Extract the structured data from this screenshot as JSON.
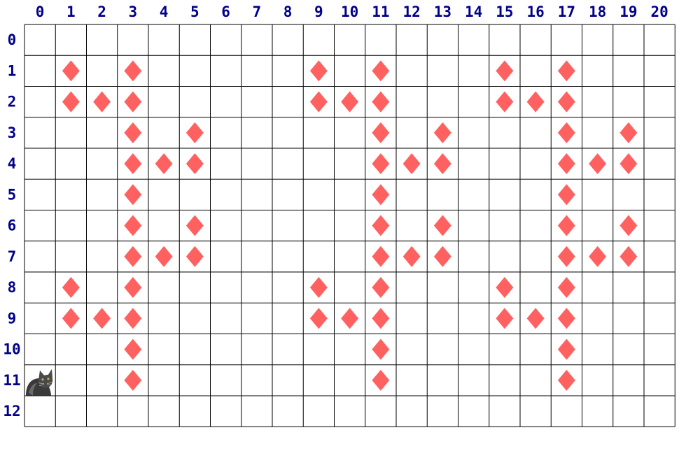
{
  "board": {
    "columns": [
      "0",
      "1",
      "2",
      "3",
      "4",
      "5",
      "6",
      "7",
      "8",
      "9",
      "10",
      "11",
      "12",
      "13",
      "14",
      "15",
      "16",
      "17",
      "18",
      "19",
      "20"
    ],
    "rows": [
      "0",
      "1",
      "2",
      "3",
      "4",
      "5",
      "6",
      "7",
      "8",
      "9",
      "10",
      "11",
      "12"
    ],
    "label_color": "#00008b",
    "grid_color": "#000000",
    "piece_color": "#ff6161",
    "piece_icon": "diamond-icon",
    "player_icon": "cat-icon",
    "player": {
      "col": 0,
      "row": 11
    },
    "diamonds": [
      [
        1,
        1
      ],
      [
        3,
        1
      ],
      [
        9,
        1
      ],
      [
        11,
        1
      ],
      [
        15,
        1
      ],
      [
        17,
        1
      ],
      [
        1,
        2
      ],
      [
        2,
        2
      ],
      [
        3,
        2
      ],
      [
        9,
        2
      ],
      [
        10,
        2
      ],
      [
        11,
        2
      ],
      [
        15,
        2
      ],
      [
        16,
        2
      ],
      [
        17,
        2
      ],
      [
        3,
        3
      ],
      [
        5,
        3
      ],
      [
        11,
        3
      ],
      [
        13,
        3
      ],
      [
        17,
        3
      ],
      [
        19,
        3
      ],
      [
        3,
        4
      ],
      [
        4,
        4
      ],
      [
        5,
        4
      ],
      [
        11,
        4
      ],
      [
        12,
        4
      ],
      [
        13,
        4
      ],
      [
        17,
        4
      ],
      [
        18,
        4
      ],
      [
        19,
        4
      ],
      [
        3,
        5
      ],
      [
        11,
        5
      ],
      [
        17,
        5
      ],
      [
        3,
        6
      ],
      [
        5,
        6
      ],
      [
        11,
        6
      ],
      [
        13,
        6
      ],
      [
        17,
        6
      ],
      [
        19,
        6
      ],
      [
        3,
        7
      ],
      [
        4,
        7
      ],
      [
        5,
        7
      ],
      [
        11,
        7
      ],
      [
        12,
        7
      ],
      [
        13,
        7
      ],
      [
        17,
        7
      ],
      [
        18,
        7
      ],
      [
        19,
        7
      ],
      [
        1,
        8
      ],
      [
        3,
        8
      ],
      [
        9,
        8
      ],
      [
        11,
        8
      ],
      [
        15,
        8
      ],
      [
        17,
        8
      ],
      [
        1,
        9
      ],
      [
        2,
        9
      ],
      [
        3,
        9
      ],
      [
        9,
        9
      ],
      [
        10,
        9
      ],
      [
        11,
        9
      ],
      [
        15,
        9
      ],
      [
        16,
        9
      ],
      [
        17,
        9
      ],
      [
        3,
        10
      ],
      [
        11,
        10
      ],
      [
        17,
        10
      ],
      [
        3,
        11
      ],
      [
        11,
        11
      ],
      [
        17,
        11
      ]
    ]
  }
}
